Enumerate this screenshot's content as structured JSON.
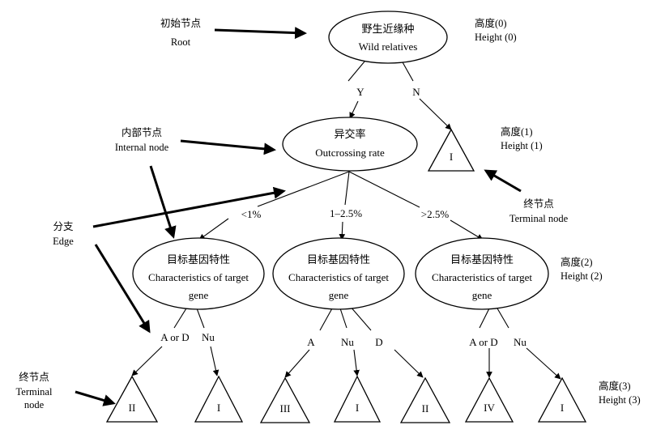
{
  "nodes": {
    "root": {
      "zh": "野生近缘种",
      "en": "Wild relatives"
    },
    "internal": {
      "zh": "异交率",
      "en": "Outcrossing rate"
    },
    "gene": {
      "zh": "目标基因特性",
      "en1": "Characteristics of target",
      "en2": "gene"
    }
  },
  "edges": {
    "yes": "Y",
    "no": "N",
    "lt1": "<1%",
    "mid": "1–2.5%",
    "gt25": ">2.5%",
    "a_or_d": "A or D",
    "nu": "Nu",
    "a": "A",
    "d": "D"
  },
  "terminals": {
    "t_I": "I",
    "t_II": "II",
    "t_III": "III",
    "t_IV": "IV"
  },
  "heights": {
    "h0_zh": "高度(0)",
    "h0_en": "Height (0)",
    "h1_zh": "高度(1)",
    "h1_en": "Height (1)",
    "h2_zh": "高度(2)",
    "h2_en": "Height (2)",
    "h3_zh": "高度(3)",
    "h3_en": "Height (3)"
  },
  "annotations": {
    "root_zh": "初始节点",
    "root_en": "Root",
    "internal_zh": "内部节点",
    "internal_en": "Internal node",
    "edge_zh": "分支",
    "edge_en": "Edge",
    "term_right_zh": "终节点",
    "term_right_en": "Terminal node",
    "term_left_zh": "终节点",
    "term_left_en1": "Terminal",
    "term_left_en2": "node"
  }
}
